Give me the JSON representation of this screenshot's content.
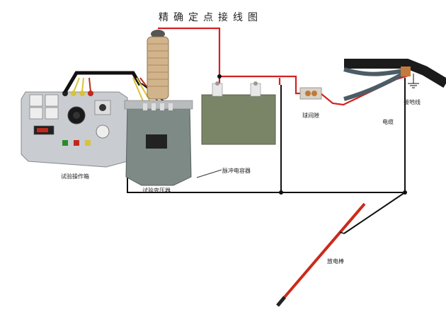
{
  "title": "精确定点接线图",
  "labels": {
    "console": "试验操作箱",
    "transformer": "试验变压器",
    "capacitor": "脉冲电容器",
    "ball_gap": "球间隙",
    "cable": "电缆",
    "ground": "接地线",
    "rod": "放电棒"
  },
  "colors": {
    "high_voltage_wire": "#d42020",
    "ground_wire": "#111111",
    "console_body": "#c9ccd1",
    "bushing": "#d2b48c",
    "transformer_body": "#7d8a86",
    "capacitor_body": "#7a8467",
    "cable_sheath": "#1b1b1b",
    "rod": "#cc2a1a"
  }
}
